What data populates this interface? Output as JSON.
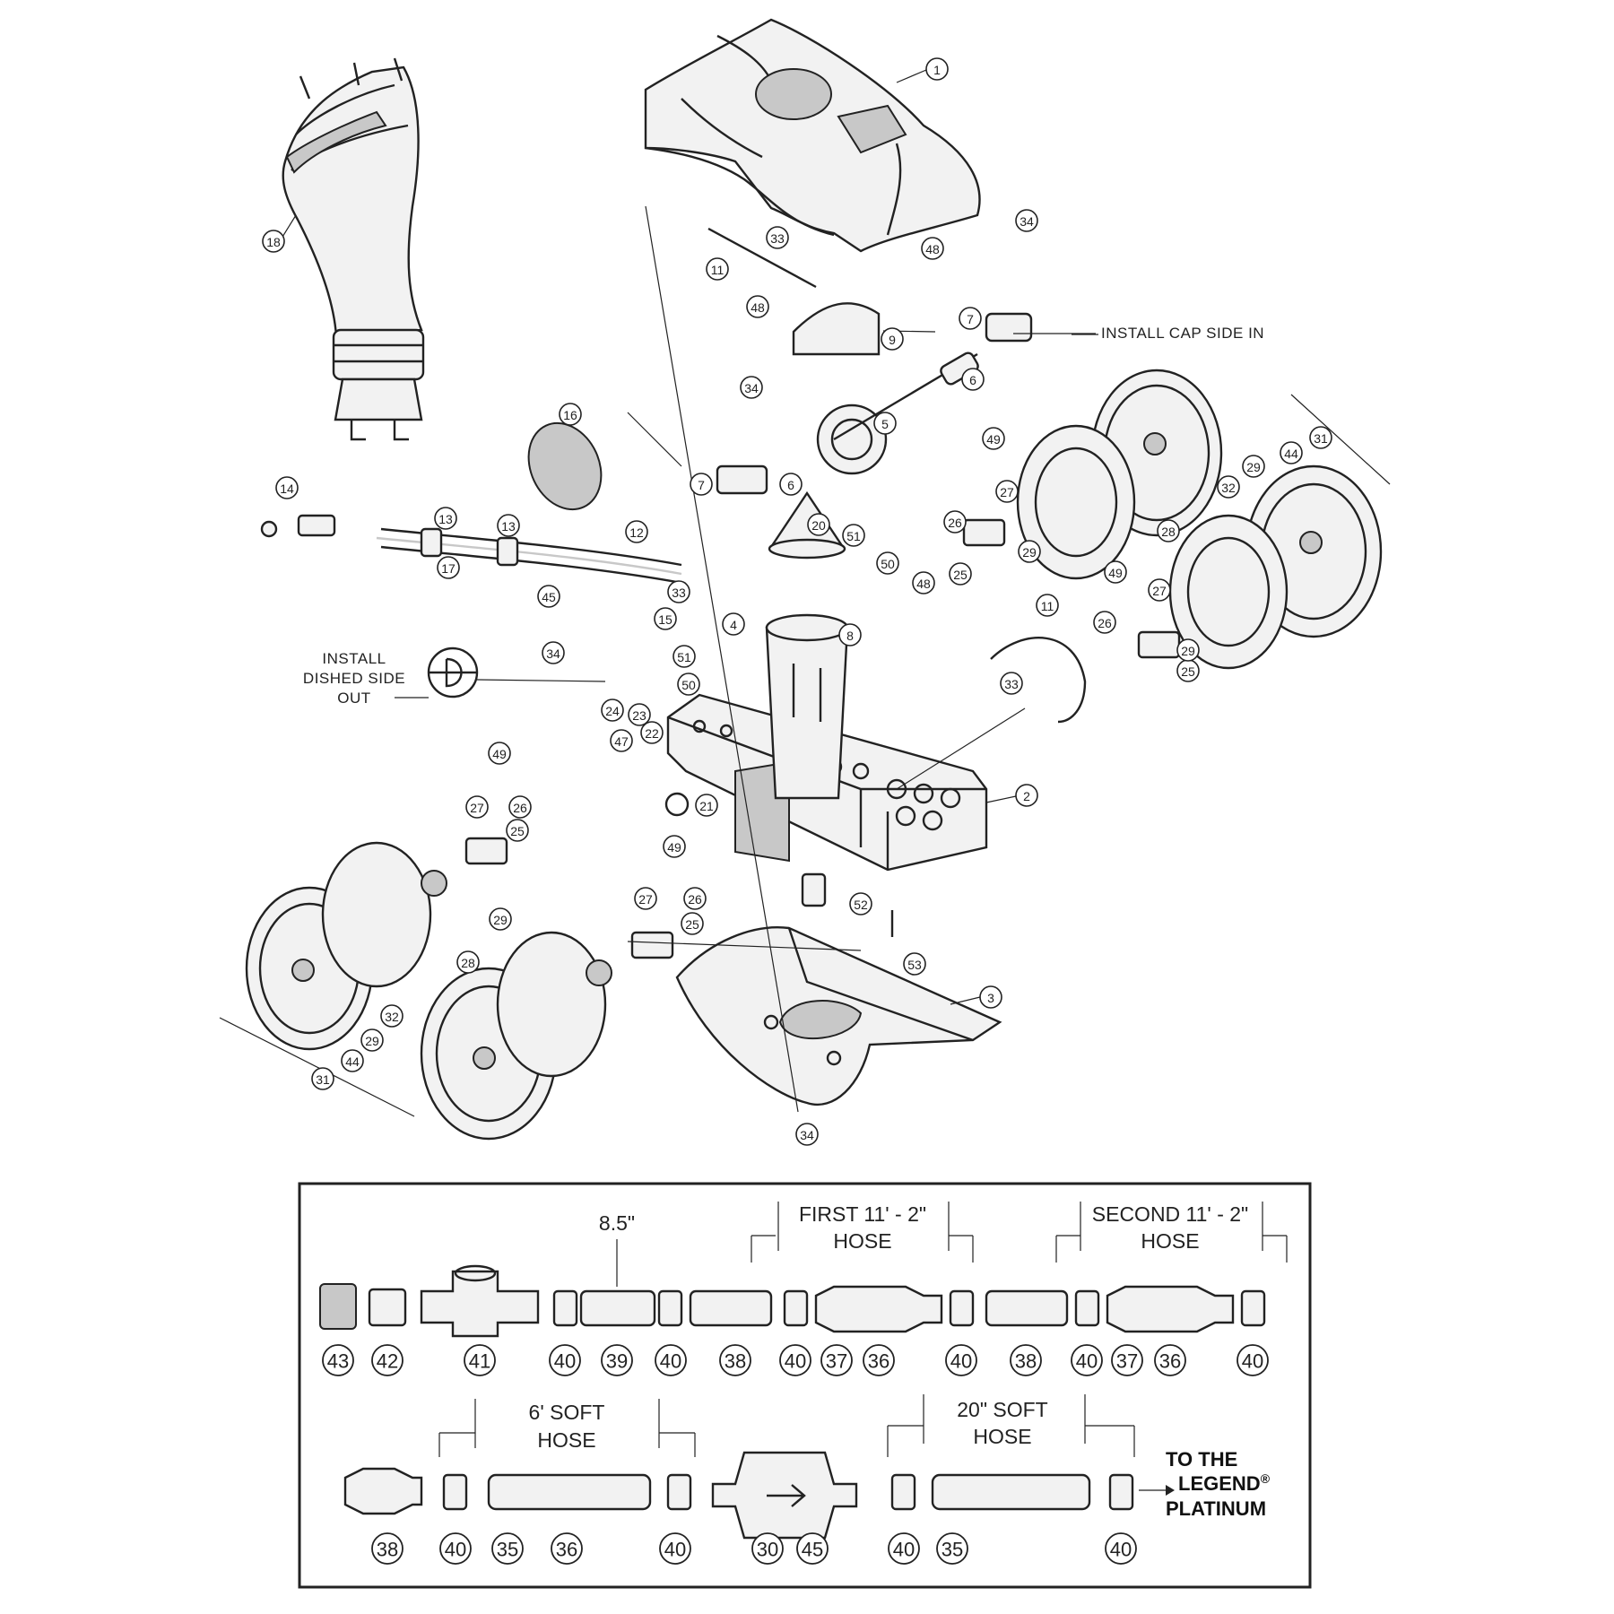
{
  "diagram": {
    "callouts": [
      {
        "id": "c1",
        "n": "1"
      },
      {
        "id": "c2",
        "n": "2"
      },
      {
        "id": "c3",
        "n": "3"
      },
      {
        "id": "c4",
        "n": "4"
      },
      {
        "id": "c5",
        "n": "5"
      },
      {
        "id": "c6a",
        "n": "6"
      },
      {
        "id": "c6b",
        "n": "6"
      },
      {
        "id": "c7a",
        "n": "7"
      },
      {
        "id": "c7b",
        "n": "7"
      },
      {
        "id": "c8",
        "n": "8"
      },
      {
        "id": "c9",
        "n": "9"
      },
      {
        "id": "c11a",
        "n": "11"
      },
      {
        "id": "c11b",
        "n": "11"
      },
      {
        "id": "c12",
        "n": "12"
      },
      {
        "id": "c13a",
        "n": "13"
      },
      {
        "id": "c13b",
        "n": "13"
      },
      {
        "id": "c14",
        "n": "14"
      },
      {
        "id": "c15",
        "n": "15"
      },
      {
        "id": "c16",
        "n": "16"
      },
      {
        "id": "c17",
        "n": "17"
      },
      {
        "id": "c18",
        "n": "18"
      },
      {
        "id": "c20",
        "n": "20"
      },
      {
        "id": "c21",
        "n": "21"
      },
      {
        "id": "c22",
        "n": "22"
      },
      {
        "id": "c23",
        "n": "23"
      },
      {
        "id": "c24",
        "n": "24"
      },
      {
        "id": "c25a",
        "n": "25"
      },
      {
        "id": "c25b",
        "n": "25"
      },
      {
        "id": "c25c",
        "n": "25"
      },
      {
        "id": "c25d",
        "n": "25"
      },
      {
        "id": "c26a",
        "n": "26"
      },
      {
        "id": "c26b",
        "n": "26"
      },
      {
        "id": "c26c",
        "n": "26"
      },
      {
        "id": "c26d",
        "n": "26"
      },
      {
        "id": "c27a",
        "n": "27"
      },
      {
        "id": "c27b",
        "n": "27"
      },
      {
        "id": "c27c",
        "n": "27"
      },
      {
        "id": "c27d",
        "n": "27"
      },
      {
        "id": "c28a",
        "n": "28"
      },
      {
        "id": "c28b",
        "n": "28"
      },
      {
        "id": "c29a",
        "n": "29"
      },
      {
        "id": "c29b",
        "n": "29"
      },
      {
        "id": "c29c",
        "n": "29"
      },
      {
        "id": "c29d",
        "n": "29"
      },
      {
        "id": "c29e",
        "n": "29"
      },
      {
        "id": "c31a",
        "n": "31"
      },
      {
        "id": "c31b",
        "n": "31"
      },
      {
        "id": "c32a",
        "n": "32"
      },
      {
        "id": "c32b",
        "n": "32"
      },
      {
        "id": "c33a",
        "n": "33"
      },
      {
        "id": "c33b",
        "n": "33"
      },
      {
        "id": "c33c",
        "n": "33"
      },
      {
        "id": "c34a",
        "n": "34"
      },
      {
        "id": "c34b",
        "n": "34"
      },
      {
        "id": "c34c",
        "n": "34"
      },
      {
        "id": "c34d",
        "n": "34"
      },
      {
        "id": "c44a",
        "n": "44"
      },
      {
        "id": "c44b",
        "n": "44"
      },
      {
        "id": "c45",
        "n": "45"
      },
      {
        "id": "c47",
        "n": "47"
      },
      {
        "id": "c48a",
        "n": "48"
      },
      {
        "id": "c48b",
        "n": "48"
      },
      {
        "id": "c48c",
        "n": "48"
      },
      {
        "id": "c49a",
        "n": "49"
      },
      {
        "id": "c49b",
        "n": "49"
      },
      {
        "id": "c49c",
        "n": "49"
      },
      {
        "id": "c49d",
        "n": "49"
      },
      {
        "id": "c50a",
        "n": "50"
      },
      {
        "id": "c50b",
        "n": "50"
      },
      {
        "id": "c51a",
        "n": "51"
      },
      {
        "id": "c51b",
        "n": "51"
      },
      {
        "id": "c52",
        "n": "52"
      },
      {
        "id": "c53",
        "n": "53"
      }
    ],
    "notes": {
      "install_cap": "INSTALL CAP SIDE IN",
      "install_dished_1": "INSTALL",
      "install_dished_2": "DISHED SIDE",
      "install_dished_3": "OUT"
    }
  },
  "hose_kit": {
    "headers": {
      "first_hose_1": "FIRST 11' - 2\"",
      "first_hose_2": "HOSE",
      "second_hose_1": "SECOND 11' - 2\"",
      "second_hose_2": "HOSE",
      "length_85": "8.5\"",
      "soft6_1": "6' SOFT",
      "soft6_2": "HOSE",
      "soft20_1": "20\" SOFT",
      "soft20_2": "HOSE"
    },
    "row1_callouts": [
      "43",
      "42",
      "41",
      "40",
      "39",
      "40",
      "38",
      "40",
      "37",
      "36",
      "40",
      "38",
      "40",
      "37",
      "36",
      "40"
    ],
    "row2_callouts": [
      "38",
      "40",
      "35",
      "36",
      "40",
      "30",
      "45",
      "40",
      "35",
      "40"
    ],
    "destination": {
      "line1": "TO THE",
      "line2": "LEGEND",
      "mark": "®",
      "line3": "PLATINUM"
    }
  }
}
